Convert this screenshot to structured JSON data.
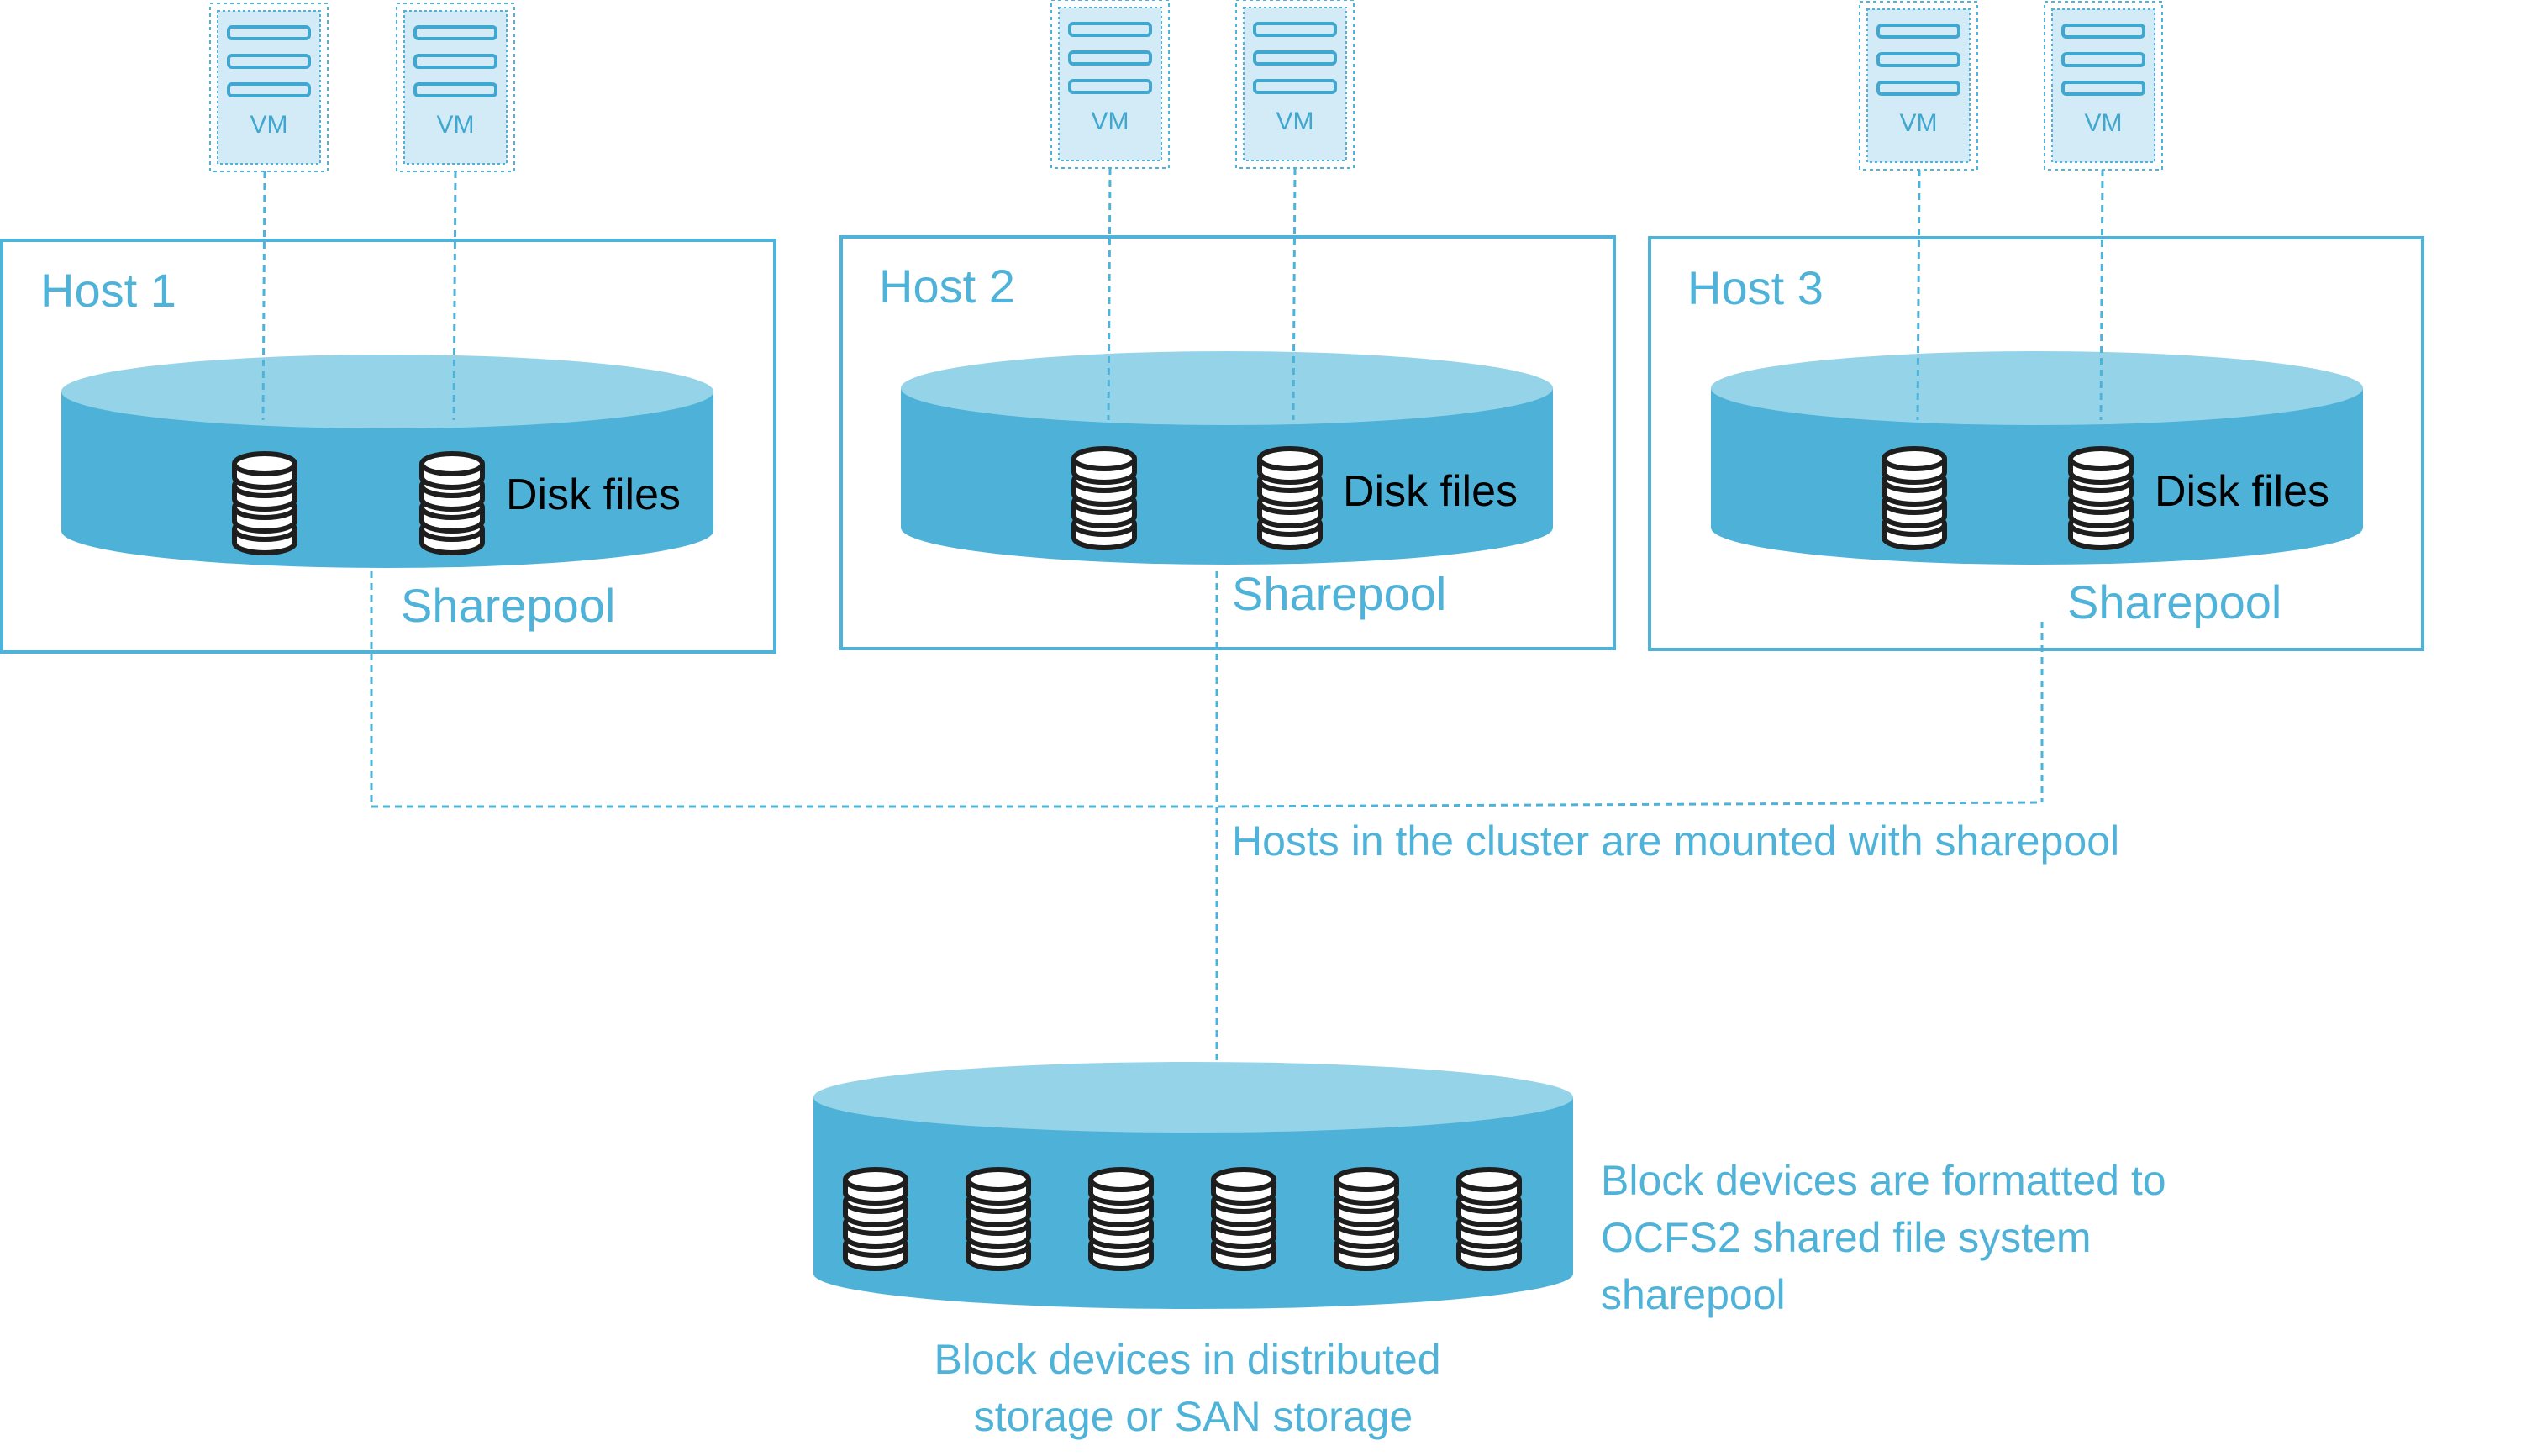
{
  "colors": {
    "accent": "#4fb3d9",
    "cylinder_body": "#4eb2d8",
    "cylinder_top": "#95d3e9",
    "vm_fill": "#d3ebf6"
  },
  "hosts": [
    {
      "label": "Host 1",
      "vms": [
        "VM",
        "VM"
      ],
      "disk_label": "Disk files",
      "pool_label": "Sharepool"
    },
    {
      "label": "Host 2",
      "vms": [
        "VM",
        "VM"
      ],
      "disk_label": "Disk files",
      "pool_label": "Sharepool"
    },
    {
      "label": "Host 3",
      "vms": [
        "VM",
        "VM"
      ],
      "disk_label": "Disk files",
      "pool_label": "Sharepool"
    }
  ],
  "cluster_note": "Hosts in the cluster are mounted with sharepool",
  "storage": {
    "label_lines": [
      "Block devices in distributed",
      "storage or SAN storage"
    ],
    "note_lines": [
      "Block devices are formatted to",
      "OCFS2 shared file system",
      "sharepool"
    ],
    "disk_icon_count": 6
  },
  "icons": {
    "vm": "server-rack-icon",
    "disk": "database-stack-icon"
  }
}
